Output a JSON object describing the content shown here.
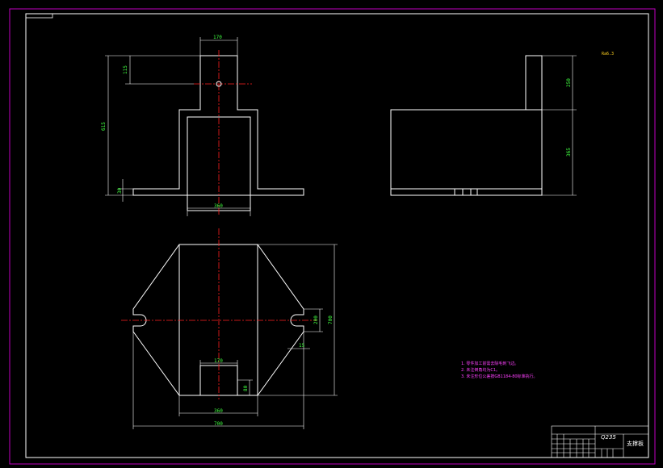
{
  "dimensions": {
    "top_width": "170",
    "top_hole_offset": "115",
    "total_height": "615",
    "base_thickness": "30",
    "bottom_width": "360",
    "right_top_height": "250",
    "right_bottom_height": "365",
    "plan_width_outer": "700",
    "plan_total_height": "700",
    "slot_width": "200",
    "chamfer_small": "15",
    "inner_box_width": "170",
    "inner_box_height": "80",
    "inner_bottom_width": "360"
  },
  "surface_symbol": "Ra6.3",
  "notes": [
    "1. 零件加工前需去除毛刺飞边。",
    "2. 未注倒角均为C1。",
    "3. 未注形位公差按GB1184-80标准执行。"
  ],
  "title_block": {
    "material": "Q235",
    "part_name": "支撑板"
  },
  "colors": {
    "frame": "#c000c0",
    "lines": "#ffffff",
    "center": "#ff2020",
    "dimension": "#00e000",
    "dim_text": "#40ff40",
    "notes": "#ff40ff"
  }
}
